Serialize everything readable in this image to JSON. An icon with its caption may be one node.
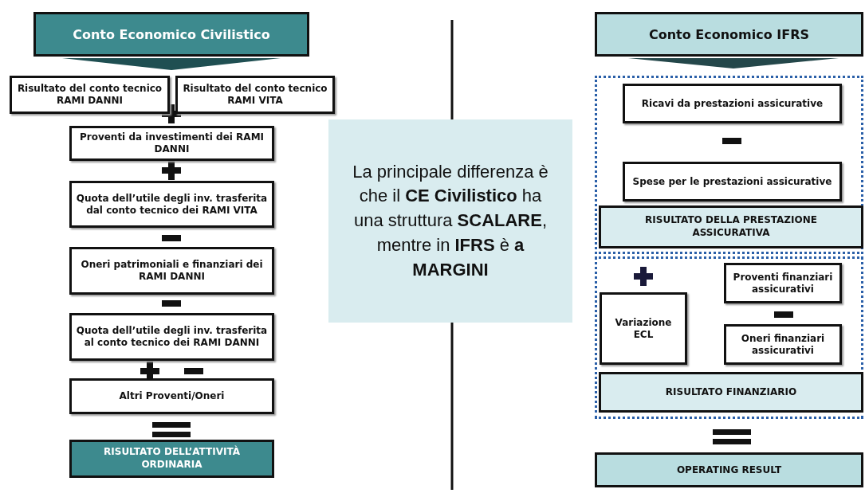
{
  "diagram": {
    "nodes": [
      {
        "text": [
          "Conto Economico Civilistico"
        ]
      },
      {
        "text": [],
        "shape": "triangle"
      },
      {
        "text": [
          "Risultato del conto tecnico RAMI DANNI"
        ]
      },
      {
        "text": [
          "Risultato del conto tecnico RAMI VITA"
        ]
      },
      {
        "text": [
          "Proventi da investimenti dei RAMI DANNI"
        ]
      },
      {
        "text": [
          "Quota dell’utile degli inv. trasferita dal conto tecnico dei RAMI VITA"
        ]
      },
      {
        "text": [
          "Oneri patrimoniali e finanziari dei RAMI DANNI"
        ]
      },
      {
        "text": [
          "Quota dell’utile degli inv. trasferita al conto tecnico dei RAMI DANNI"
        ]
      },
      {
        "text": [
          "Altri Proventi/Oneri"
        ]
      },
      {
        "text": [
          "RISULTATO DELL’ATTIVITÀ ORDINARIA"
        ]
      },
      {
        "text": [
          "La principale differenza è che il **CE Civilistico** ha una struttura **SCALARE**, mentre in **IFRS** è **a MARGINI**"
        ]
      },
      {
        "text": [
          "Conto Economico IFRS"
        ]
      },
      {
        "text": [],
        "shape": "triangle"
      },
      {
        "text": [],
        "shape": "box"
      },
      {
        "text": [
          "Ricavi da prestazioni assicurative"
        ],
        "in": 13
      },
      {
        "text": [
          "Spese per le prestazioni assicurative"
        ],
        "in": 13
      },
      {
        "text": [
          "RISULTATO DELLA PRESTAZIONE ASSICURATIVA"
        ],
        "in": 13
      },
      {
        "text": [],
        "shape": "box"
      },
      {
        "text": [
          "Variazione ECL"
        ],
        "in": 17
      },
      {
        "text": [
          "Proventi finanziari assicurativi"
        ],
        "in": 17
      },
      {
        "text": [
          "Oneri finanziari assicurativi"
        ],
        "in": 17
      },
      {
        "text": [
          "RISULTATO FINANZIARIO"
        ],
        "in": 17
      },
      {
        "text": [
          "OPERATING RESULT"
        ]
      }
    ]
  }
}
